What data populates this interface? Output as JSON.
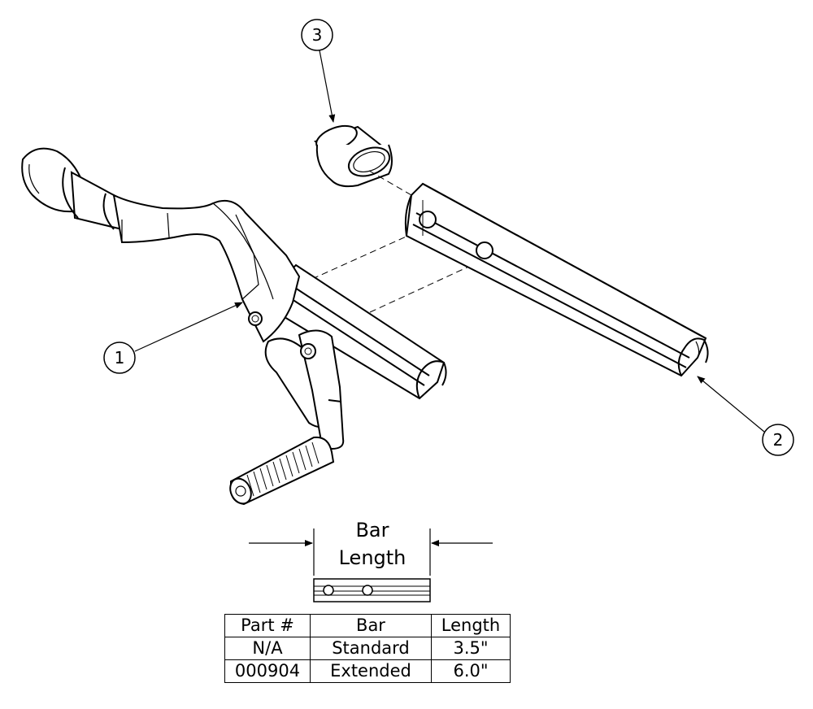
{
  "diagram": {
    "callouts": [
      {
        "number": "1",
        "part": "brake-lever-assembly"
      },
      {
        "number": "2",
        "part": "bar"
      },
      {
        "number": "3",
        "part": "bushing-sleeve"
      }
    ],
    "dimension": {
      "label_line1": "Bar",
      "label_line2": "Length"
    }
  },
  "parts_table": {
    "headers": [
      "Part #",
      "Bar",
      "Length"
    ],
    "rows": [
      {
        "part": "N/A",
        "bar": "Standard",
        "length": "3.5\""
      },
      {
        "part": "000904",
        "bar": "Extended",
        "length": "6.0\""
      }
    ]
  },
  "colors": {
    "line": "#000000",
    "paper": "#ffffff",
    "shade": "#e6e6e6"
  }
}
